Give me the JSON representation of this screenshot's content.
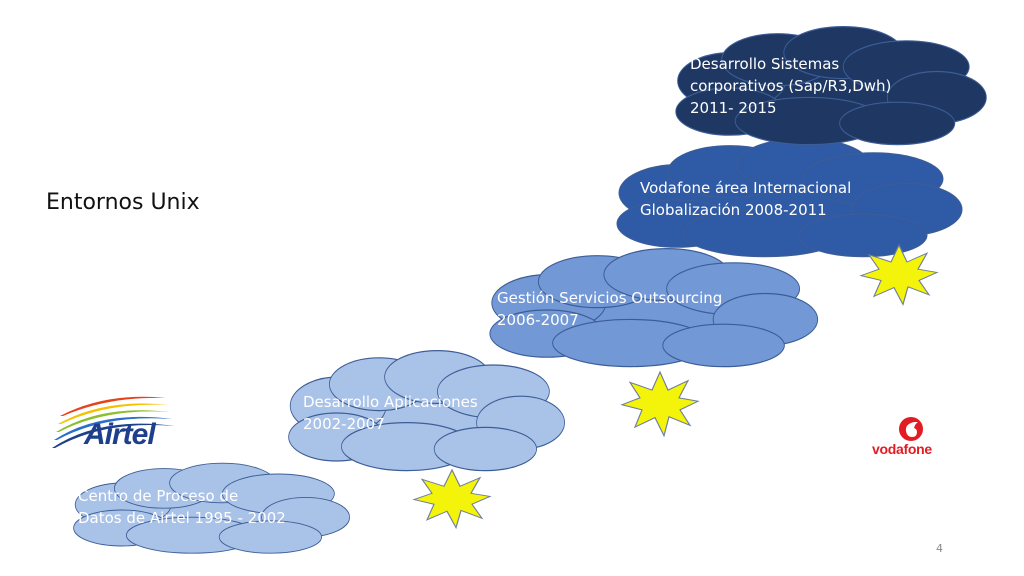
{
  "title": "Entornos Unix",
  "slide_number": "4",
  "logos": {
    "airtel": {
      "text": "Airtel",
      "color": "#1d3f8c"
    },
    "vodafone": {
      "text": "vodafone",
      "color": "#e31b23"
    }
  },
  "clouds": [
    {
      "text": "Centro de Proceso  de\nDatos de Airtel  1995 - 2002",
      "fill": "#a9c2e8",
      "text_color": "#ffffff"
    },
    {
      "text": "Desarrollo Aplicaciones\n2002-2007",
      "fill": "#a9c2e8",
      "text_color": "#ffffff"
    },
    {
      "text": "Gestión  Servicios Outsourcing\n2006-2007",
      "fill": "#7398d6",
      "text_color": "#ffffff"
    },
    {
      "text": "Vodafone  área Internacional\nGlobalización 2008-2011",
      "fill": "#2f5aa5",
      "text_color": "#ffffff"
    },
    {
      "text": "Desarrollo Sistemas\ncorporativos (Sap/R3,Dwh)\n2011- 2015",
      "fill": "#1f3863",
      "text_color": "#ffffff"
    }
  ],
  "colors": {
    "cloud_stroke": "#3c5d96",
    "star_fill": "#f4f40a",
    "star_stroke": "#6f7f9c"
  }
}
